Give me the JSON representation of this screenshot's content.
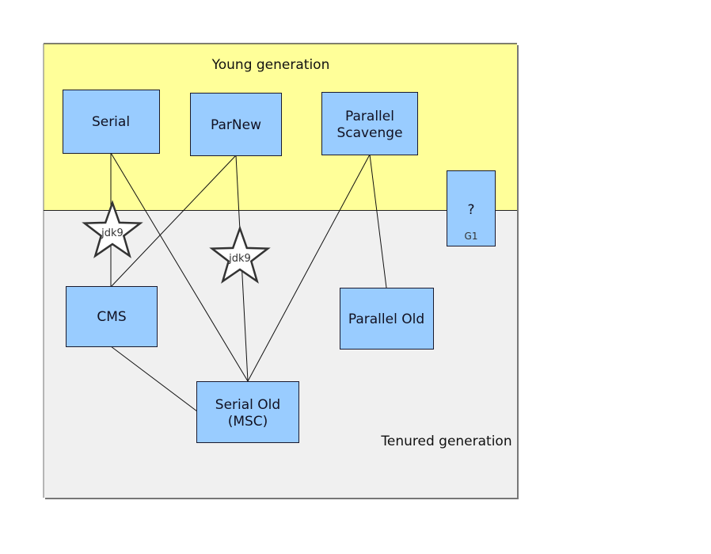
{
  "diagram": {
    "regions": {
      "young": {
        "label": "Young generation",
        "color": "#ffff99"
      },
      "tenured": {
        "label": "Tenured generation",
        "color": "#f0f0f0"
      }
    },
    "collectors": {
      "serial": {
        "line1": "Serial",
        "line2": ""
      },
      "parnew": {
        "line1": "ParNew",
        "line2": ""
      },
      "parallel_scavenge": {
        "line1": "Parallel",
        "line2": "Scavenge"
      },
      "g1": {
        "line1": "?",
        "sub": "G1"
      },
      "cms": {
        "line1": "CMS",
        "line2": ""
      },
      "parallel_old": {
        "line1": "Parallel Old",
        "line2": ""
      },
      "serial_old": {
        "line1": "Serial Old",
        "line2": "(MSC)"
      }
    },
    "box_color": "#99ccff",
    "markers": [
      {
        "label": "jdk9",
        "on_edge": "serial-cms"
      },
      {
        "label": "jdk9",
        "on_edge": "parnew-serial_old"
      }
    ],
    "edges": [
      {
        "from": "serial",
        "to": "cms",
        "deprecated": "jdk9"
      },
      {
        "from": "serial",
        "to": "serial_old"
      },
      {
        "from": "parnew",
        "to": "cms"
      },
      {
        "from": "parnew",
        "to": "serial_old",
        "deprecated": "jdk9"
      },
      {
        "from": "parallel_scavenge",
        "to": "serial_old"
      },
      {
        "from": "parallel_scavenge",
        "to": "parallel_old"
      },
      {
        "from": "cms",
        "to": "serial_old"
      }
    ]
  }
}
